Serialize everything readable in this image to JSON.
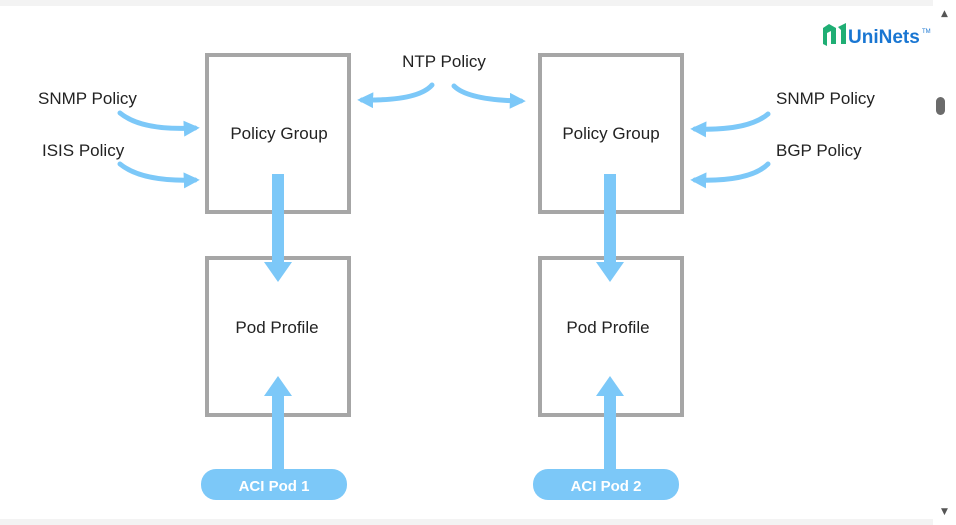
{
  "diagram": {
    "left": {
      "policy_group": "Policy Group",
      "pod_profile": "Pod Profile",
      "pod_label": "ACI Pod 1",
      "policies": [
        "SNMP Policy",
        "ISIS Policy"
      ]
    },
    "right": {
      "policy_group": "Policy Group",
      "pod_profile": "Pod Profile",
      "pod_label": "ACI Pod 2",
      "policies": [
        "SNMP Policy",
        "BGP Policy"
      ]
    },
    "shared_policy": "NTP Policy"
  },
  "logo": {
    "text": "UniNets",
    "tm": "TM"
  },
  "colors": {
    "arrow": "#7cc8f8",
    "box_border": "#a6a6a6",
    "logo_green": "#1fae74",
    "logo_blue": "#1976d2"
  }
}
